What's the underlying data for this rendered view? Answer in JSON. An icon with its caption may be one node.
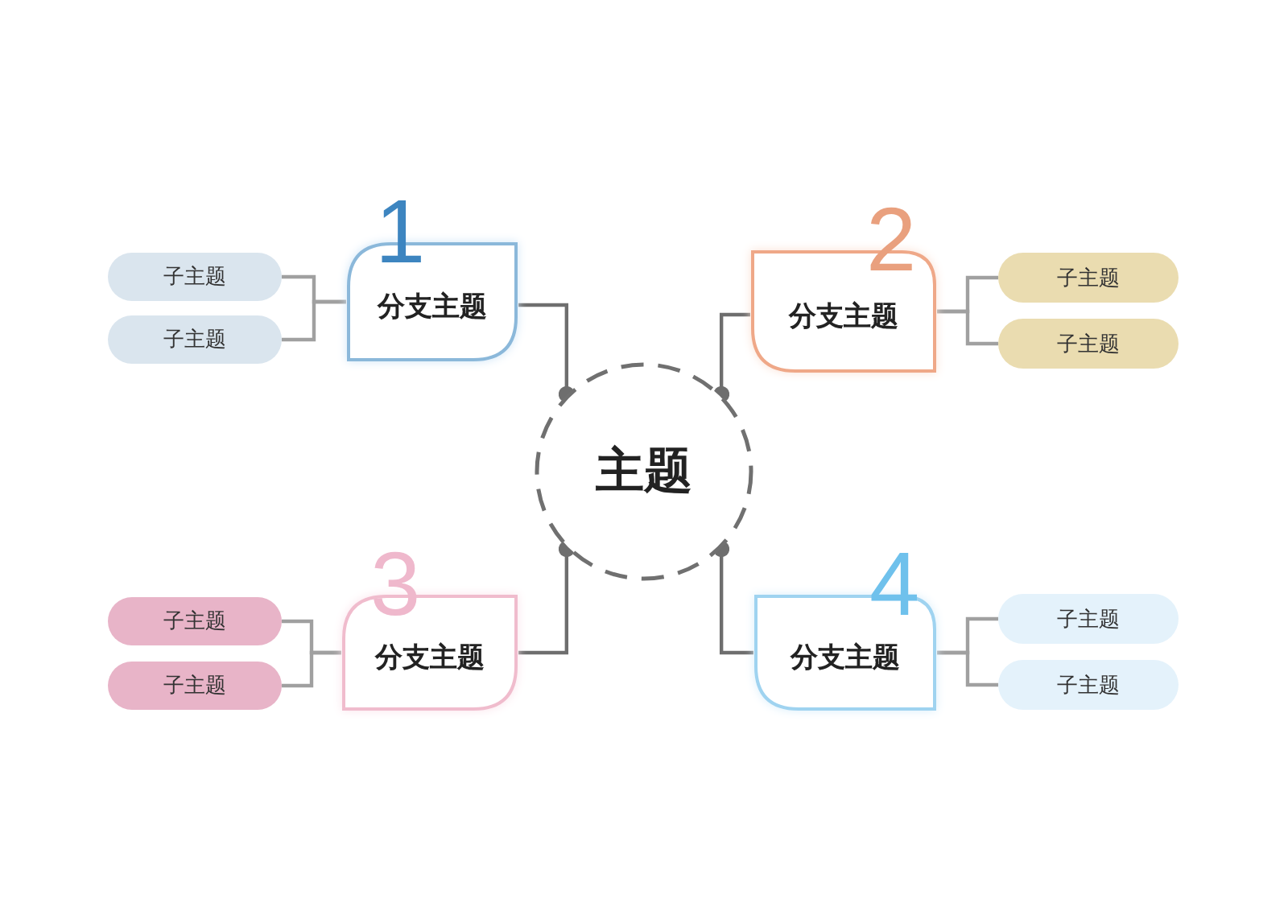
{
  "diagram": {
    "nodes": [
      {
        "text": [
          "主题"
        ]
      },
      {
        "text": [
          "1",
          "分支主题"
        ]
      },
      {
        "text": [
          "2",
          "分支主题"
        ]
      },
      {
        "text": [
          "3",
          "分支主题"
        ]
      },
      {
        "text": [
          "4",
          "分支主题"
        ]
      },
      {
        "text": [
          "子主题"
        ]
      },
      {
        "text": [
          "子主题"
        ]
      },
      {
        "text": [
          "子主题"
        ]
      },
      {
        "text": [
          "子主题"
        ]
      },
      {
        "text": [
          "子主题"
        ]
      },
      {
        "text": [
          "子主题"
        ]
      },
      {
        "text": [
          "子主题"
        ]
      },
      {
        "text": [
          "子主题"
        ]
      }
    ],
    "edges": [
      {
        "from": 0,
        "to": 1,
        "arrow": "other",
        "color": "#6e6e6e"
      },
      {
        "from": 0,
        "to": 2,
        "arrow": "other",
        "color": "#6e6e6e"
      },
      {
        "from": 0,
        "to": 3,
        "arrow": "other",
        "color": "#6e6e6e"
      },
      {
        "from": 0,
        "to": 4,
        "arrow": "other",
        "color": "#6e6e6e"
      },
      {
        "from": 1,
        "to": 5,
        "arrow": "none"
      },
      {
        "from": 1,
        "to": 6,
        "arrow": "none"
      },
      {
        "from": 2,
        "to": 7,
        "arrow": "none"
      },
      {
        "from": 2,
        "to": 8,
        "arrow": "none"
      },
      {
        "from": 3,
        "to": 9,
        "arrow": "none"
      },
      {
        "from": 3,
        "to": 10,
        "arrow": "none"
      },
      {
        "from": 4,
        "to": 11,
        "arrow": "none"
      },
      {
        "from": 4,
        "to": 12,
        "arrow": "none"
      }
    ]
  }
}
